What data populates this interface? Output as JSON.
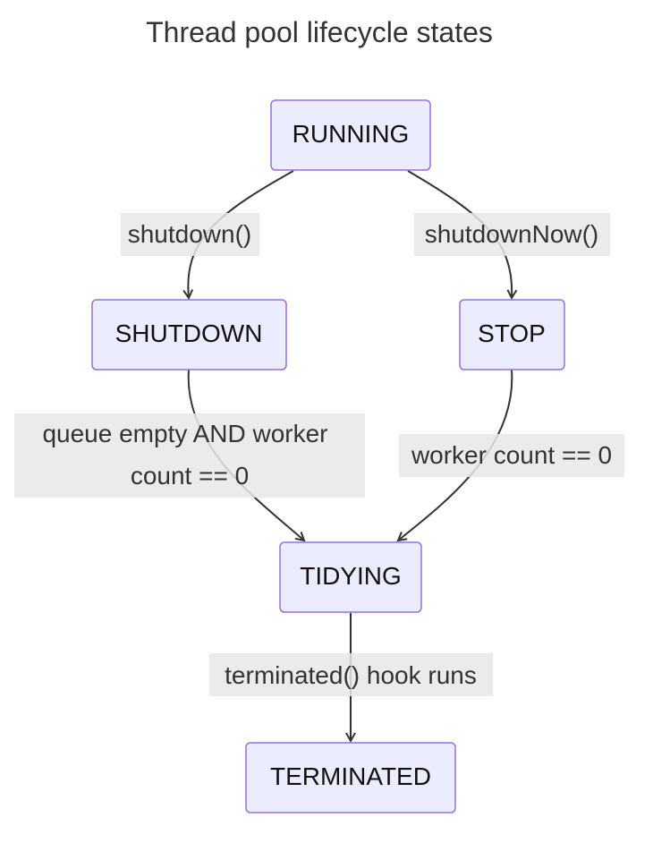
{
  "diagram": {
    "title": "Thread pool lifecycle states",
    "nodes": {
      "running": "RUNNING",
      "shutdown": "SHUTDOWN",
      "stop": "STOP",
      "tidying": "TIDYING",
      "terminated": "TERMINATED"
    },
    "edges": {
      "running_to_shutdown": [
        "shutdown()"
      ],
      "running_to_stop": [
        "shutdownNow()"
      ],
      "shutdown_to_tidying": [
        "queue empty AND worker",
        "count == 0"
      ],
      "stop_to_tidying": [
        "worker count == 0"
      ],
      "tidying_to_terminated": [
        "terminated() hook runs"
      ]
    },
    "colors": {
      "node_fill": "#ececff",
      "node_stroke": "#9370db",
      "edge": "#333333",
      "label_bg": "#e8e8e8"
    }
  }
}
